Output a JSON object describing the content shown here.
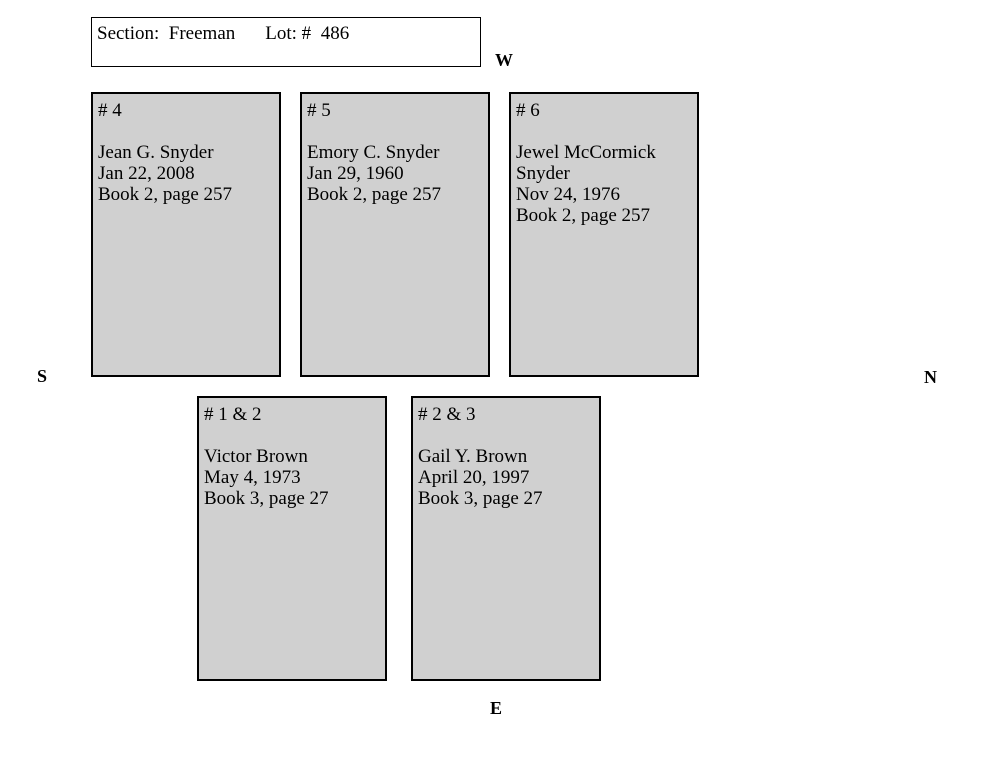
{
  "header": {
    "section_label": "Section:",
    "section_value": "Freeman",
    "lot_label": "Lot: #",
    "lot_value": "486"
  },
  "compass": {
    "west": "W",
    "south": "S",
    "north": "N",
    "east": "E"
  },
  "plots": [
    {
      "number": "# 4",
      "lines": [
        "Jean G. Snyder",
        "Jan 22, 2008",
        "Book 2, page 257"
      ]
    },
    {
      "number": "# 5",
      "lines": [
        "Emory C. Snyder",
        "Jan 29, 1960",
        "Book 2, page 257"
      ]
    },
    {
      "number": "# 6",
      "lines": [
        "Jewel McCormick",
        "Snyder",
        "Nov 24, 1976",
        "Book 2, page 257"
      ]
    },
    {
      "number": "# 1 & 2",
      "lines": [
        "Victor Brown",
        "May 4, 1973",
        "Book 3, page 27"
      ]
    },
    {
      "number": "# 2 & 3",
      "lines": [
        "Gail Y. Brown",
        "April 20, 1997",
        "Book 3, page 27"
      ]
    }
  ]
}
